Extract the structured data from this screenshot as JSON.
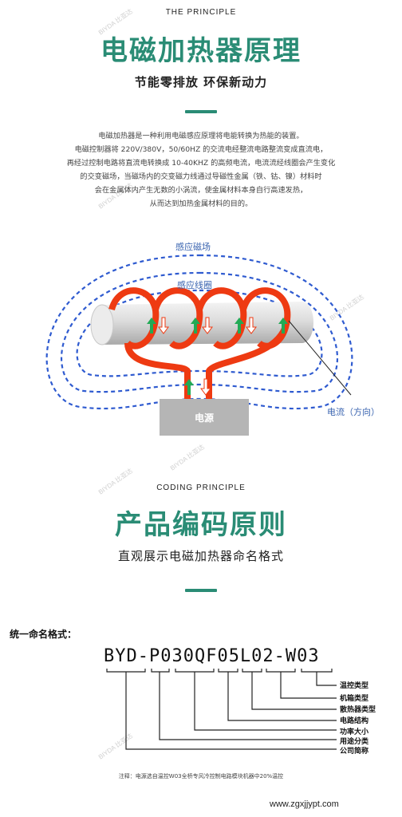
{
  "section1": {
    "en_label": "THE   PRINCIPLE",
    "title": "电磁加热器原理",
    "subtitle": "节能零排放  环保新动力",
    "paragraph": [
      "电磁加热器是一种利用电磁感应原理将电能转换为热能的装置。",
      "电磁控制器将 220V/380V，50/60HZ 的交流电经整流电路整流变成直流电，",
      "再经过控制电路将直流电转换成 10-40KHZ 的高频电流，电流流经线圈会产生变化",
      "的交变磁场，当磁场内的交变磁力线通过导磁性金属（铁、钴、镍）材料时",
      "会在金属体内产生无数的小涡流，使金属材料本身自行高速发热，",
      "从而达到加热金属材料的目的。"
    ],
    "diagram": {
      "magnetic_field_label": "感应磁场",
      "coil_label": "感应线圈",
      "power_label": "电源",
      "current_label": "电流（方向）"
    }
  },
  "section2": {
    "en_label": "CODING PRINCIPLE",
    "title": "产品编码原则",
    "subtitle": "直观展示电磁加热器命名格式",
    "format_title": "统一命名格式：",
    "code": "BYD-P030QF05L02-W03",
    "parts": [
      "温控类型",
      "机箱类型",
      "散热器类型",
      "电路结构",
      "功率大小",
      "用途分类",
      "公司简称"
    ],
    "note": "注释：电源选自温控W03全桥专风冷控制电路模块机器中20%温控"
  },
  "watermark": "BIYDA 比亚达",
  "source": "www.zgxjjypt.com",
  "colors": {
    "accent": "#2a8c75",
    "field_lines": "#2f5bd0",
    "coil": "#ee3a12",
    "arrow": "#22aa55",
    "power_box": "#b5b5b5"
  }
}
